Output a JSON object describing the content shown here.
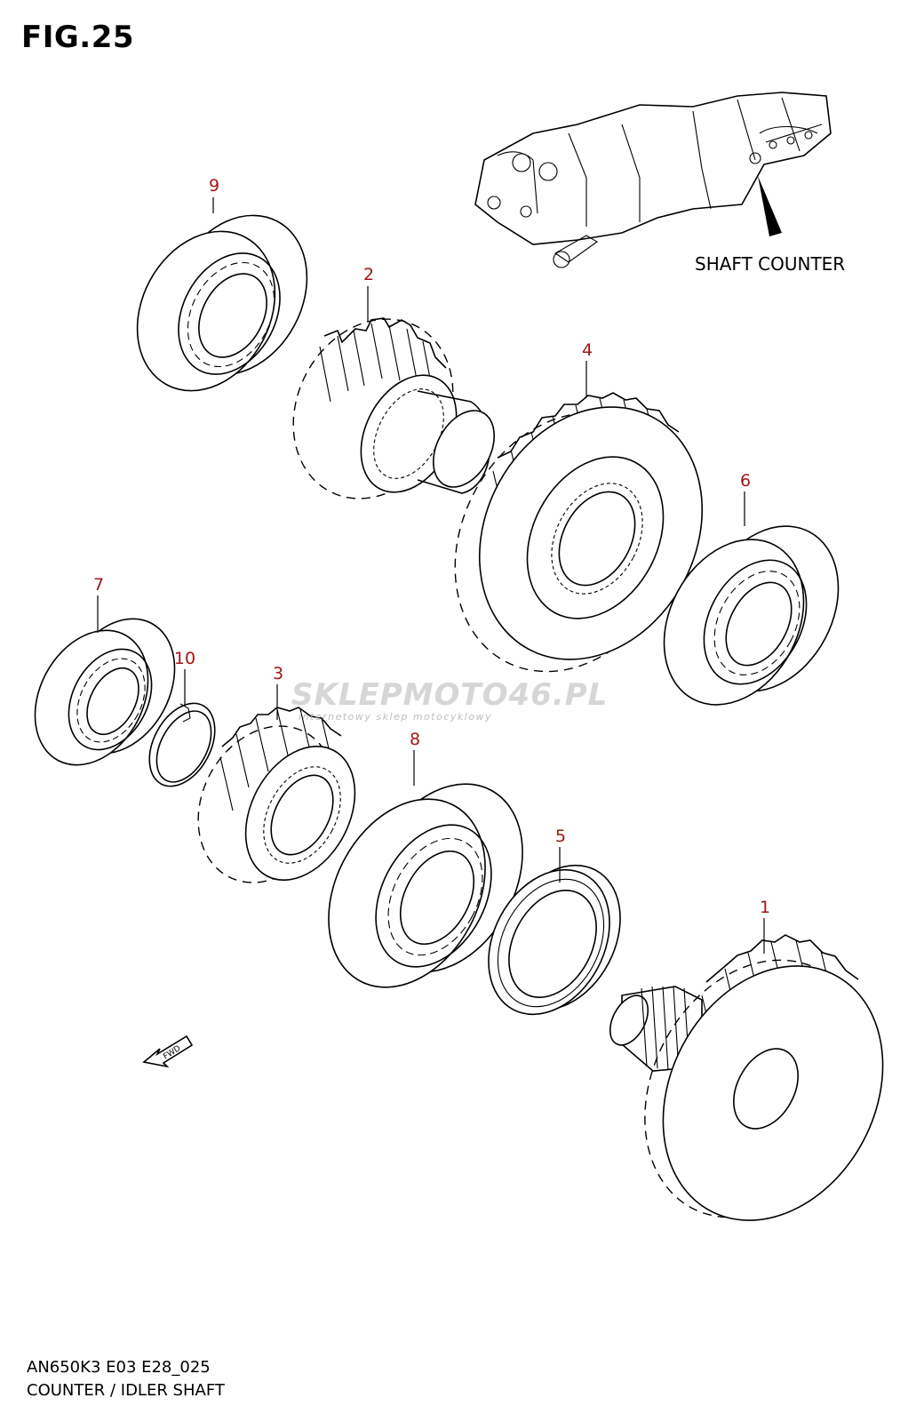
{
  "figure": {
    "title": "FIG.25",
    "model_code": "AN650K3 E03 E28_025",
    "caption": "COUNTER / IDLER SHAFT",
    "reference_label": "SHAFT COUNTER",
    "fwd_label": "FWD"
  },
  "watermark": {
    "brand": "SKLEPMOTO46.PL",
    "tagline": "internetowy sklep motocyklowy"
  },
  "callouts": [
    "9",
    "2",
    "4",
    "6",
    "7",
    "10",
    "3",
    "8",
    "5",
    "1"
  ],
  "colors": {
    "callout": "#a31515",
    "line": "#000000",
    "watermark": "#d6d6d6"
  }
}
